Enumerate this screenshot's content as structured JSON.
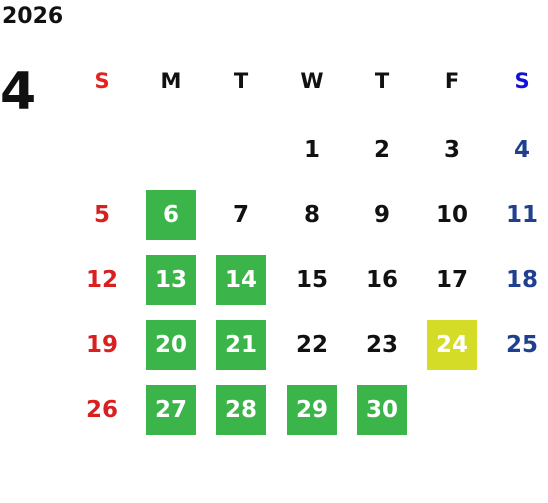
{
  "year": "2026",
  "month": "4",
  "weekdays": [
    {
      "label": "S",
      "color": "#e8201f"
    },
    {
      "label": "M",
      "color": "#111111"
    },
    {
      "label": "T",
      "color": "#111111"
    },
    {
      "label": "W",
      "color": "#111111"
    },
    {
      "label": "T",
      "color": "#111111"
    },
    {
      "label": "F",
      "color": "#111111"
    },
    {
      "label": "S",
      "color": "#1212d6"
    }
  ],
  "colors": {
    "sunday": "#d92020",
    "saturday": "#1f3f8f",
    "weekday": "#111111",
    "highlight_green": "#3bb54a",
    "highlight_yellow": "#d4dc28",
    "highlight_text": "#ffffff"
  },
  "days": [
    {
      "d": "1",
      "col": 3,
      "row": 0
    },
    {
      "d": "2",
      "col": 4,
      "row": 0
    },
    {
      "d": "3",
      "col": 5,
      "row": 0
    },
    {
      "d": "4",
      "col": 6,
      "row": 0
    },
    {
      "d": "5",
      "col": 0,
      "row": 1
    },
    {
      "d": "6",
      "col": 1,
      "row": 1,
      "mark": "green"
    },
    {
      "d": "7",
      "col": 2,
      "row": 1
    },
    {
      "d": "8",
      "col": 3,
      "row": 1
    },
    {
      "d": "9",
      "col": 4,
      "row": 1
    },
    {
      "d": "10",
      "col": 5,
      "row": 1
    },
    {
      "d": "11",
      "col": 6,
      "row": 1
    },
    {
      "d": "12",
      "col": 0,
      "row": 2
    },
    {
      "d": "13",
      "col": 1,
      "row": 2,
      "mark": "green"
    },
    {
      "d": "14",
      "col": 2,
      "row": 2,
      "mark": "green"
    },
    {
      "d": "15",
      "col": 3,
      "row": 2
    },
    {
      "d": "16",
      "col": 4,
      "row": 2
    },
    {
      "d": "17",
      "col": 5,
      "row": 2
    },
    {
      "d": "18",
      "col": 6,
      "row": 2
    },
    {
      "d": "19",
      "col": 0,
      "row": 3
    },
    {
      "d": "20",
      "col": 1,
      "row": 3,
      "mark": "green"
    },
    {
      "d": "21",
      "col": 2,
      "row": 3,
      "mark": "green"
    },
    {
      "d": "22",
      "col": 3,
      "row": 3
    },
    {
      "d": "23",
      "col": 4,
      "row": 3
    },
    {
      "d": "24",
      "col": 5,
      "row": 3,
      "mark": "yellow"
    },
    {
      "d": "25",
      "col": 6,
      "row": 3
    },
    {
      "d": "26",
      "col": 0,
      "row": 4
    },
    {
      "d": "27",
      "col": 1,
      "row": 4,
      "mark": "green"
    },
    {
      "d": "28",
      "col": 2,
      "row": 4,
      "mark": "green"
    },
    {
      "d": "29",
      "col": 3,
      "row": 4,
      "mark": "green"
    },
    {
      "d": "30",
      "col": 4,
      "row": 4,
      "mark": "green"
    }
  ]
}
